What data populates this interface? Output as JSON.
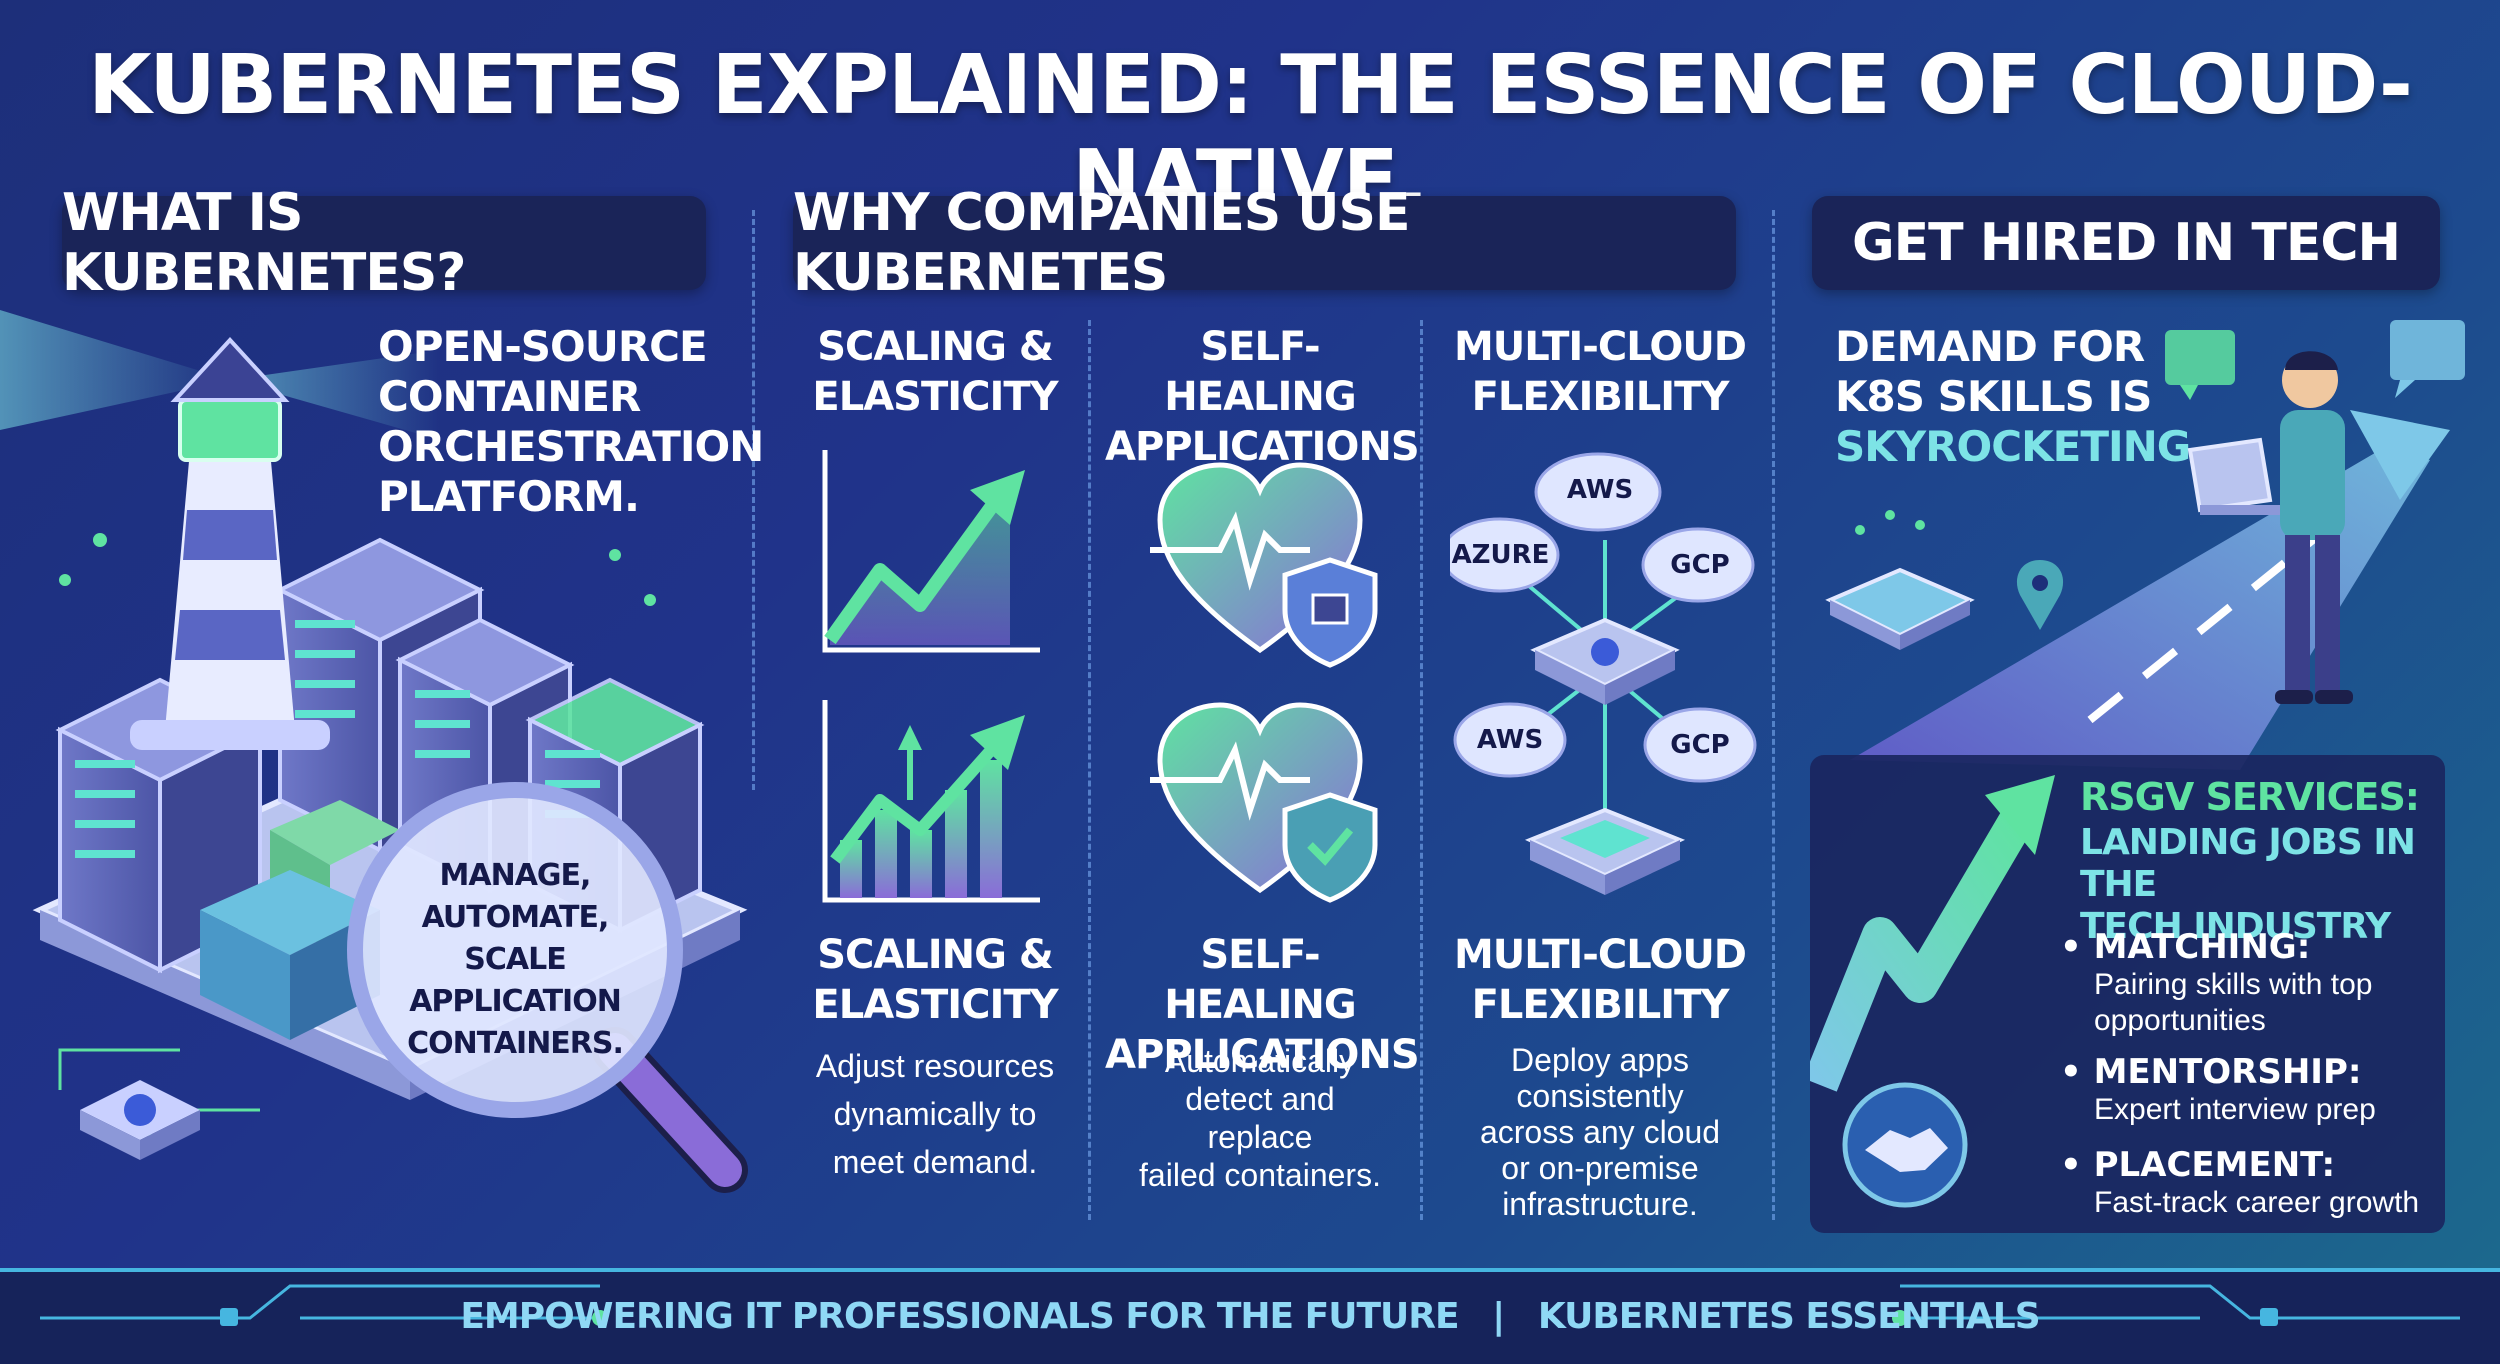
{
  "title": "KUBERNETES EXPLAINED: THE ESSENCE OF CLOUD-NATIVE.",
  "sections": {
    "what": {
      "header": "WHAT IS KUBERNETES?",
      "description": [
        "OPEN-SOURCE",
        "CONTAINER",
        "ORCHESTRATION",
        "PLATFORM."
      ],
      "magnifier_text": [
        "MANAGE,",
        "AUTOMATE, SCALE",
        "APPLICATION",
        "CONTAINERS."
      ]
    },
    "why": {
      "header": "WHY COMPANIES USE KUBERNETES",
      "columns": [
        {
          "top_title": [
            "SCALING &",
            "ELASTICITY"
          ],
          "bottom_title": [
            "SCALING &",
            "ELASTICITY"
          ],
          "description": [
            "Adjust resources",
            "dynamically to",
            "meet demand."
          ]
        },
        {
          "top_title": [
            "SELF-HEALING",
            "APPLICATIONS"
          ],
          "bottom_title": [
            "SELF-HEALING",
            "APPLICATIONS"
          ],
          "description": [
            "Automatically",
            "detect and",
            "replace",
            "failed containers."
          ]
        },
        {
          "top_title": [
            "MULTI-CLOUD",
            "FLEXIBILITY"
          ],
          "bottom_title": [
            "MULTI-CLOUD",
            "FLEXIBILITY"
          ],
          "description": [
            "Deploy apps",
            "consistently",
            "across any cloud",
            "or on-premise",
            "infrastructure."
          ],
          "clouds": [
            "AWS",
            "AZURE",
            "GCP",
            "AWS",
            "GCP"
          ]
        }
      ]
    },
    "hired": {
      "header": "GET HIRED IN TECH",
      "demand_lines": [
        "DEMAND FOR",
        "K8S SKILLS IS"
      ],
      "demand_highlight": "SKYROCKETING.",
      "panel": {
        "title": "RSGV SERVICES:",
        "subtitle": [
          "LANDING JOBS IN THE",
          "TECH INDUSTRY"
        ],
        "bullets": [
          {
            "title": "MATCHING:",
            "desc": [
              "Pairing skills with top",
              "opportunities"
            ]
          },
          {
            "title": "MENTORSHIP:",
            "desc": [
              "Expert interview prep"
            ]
          },
          {
            "title": "PLACEMENT:",
            "desc": [
              "Fast-track career growth"
            ]
          }
        ]
      }
    }
  },
  "footer": {
    "left": "EMPOWERING IT PROFESSIONALS FOR THE FUTURE",
    "separator": "|",
    "right": "KUBERNETES ESSENTIALS"
  },
  "colors": {
    "accent_green": "#5fe3a1",
    "accent_teal": "#7de3e6",
    "purple": "#8a6cd8",
    "header_bg": "#1a2458"
  }
}
